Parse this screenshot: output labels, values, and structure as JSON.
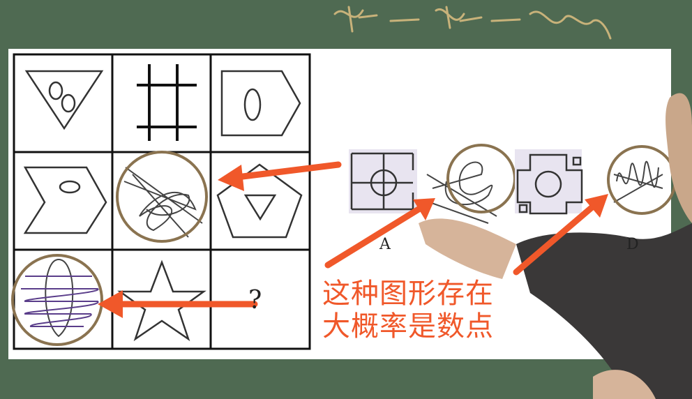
{
  "puzzle": {
    "grid_rows": 3,
    "grid_cols": 3,
    "question_mark": "?"
  },
  "options": {
    "label_a": "A",
    "label_d": "D"
  },
  "annotation": {
    "line1": "这种图形存在",
    "line2": "大概率是数点"
  },
  "colors": {
    "board": "#4f6a52",
    "arrow": "#f0582a",
    "circle": "#8a7350"
  }
}
